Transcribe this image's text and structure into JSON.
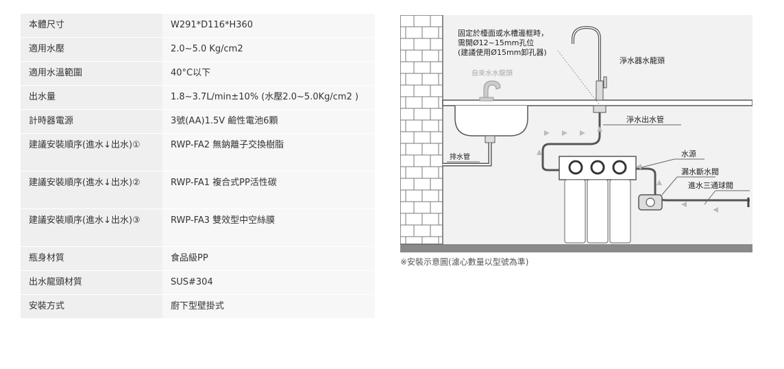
{
  "specs": [
    {
      "label": "本體尺寸",
      "value": "W291*D116*H360"
    },
    {
      "label": "適用水壓",
      "value": "2.0~5.0 Kg/cm2"
    },
    {
      "label": "適用水溫範圍",
      "value": "40°C以下"
    },
    {
      "label": "出水量",
      "value": "1.8~3.7L/min±10% (水壓2.0~5.0Kg/cm2 )"
    },
    {
      "label": "計時器電源",
      "value": "3號(AA)1.5V 鹼性電池6顆"
    },
    {
      "label": "建議安裝順序(進水↓出水)①",
      "value": "RWP-FA2 無鈉離子交換樹脂"
    },
    {
      "label": "建議安裝順序(進水↓出水)②",
      "value": "RWP-FA1 複合式PP活性碳"
    },
    {
      "label": "建議安裝順序(進水↓出水)③",
      "value": "RWP-FA3 雙效型中空絲膜"
    },
    {
      "label": "瓶身材質",
      "value": "食品級PP"
    },
    {
      "label": "出水龍頭材質",
      "value": "SUS#304"
    },
    {
      "label": "安裝方式",
      "value": "廚下型壁掛式"
    }
  ],
  "diagram": {
    "note_line1": "固定於檯面或水槽邊框時，",
    "note_line2": "需開Ø12~15mm孔位",
    "note_line3": "(建議使用Ø15mm卸孔器)",
    "tap_water": "自來水水龍頭",
    "faucet": "淨水器水龍頭",
    "outlet_pipe": "淨水出水管",
    "drain_pipe": "排水管",
    "water_source": "水源",
    "leak_valve": "漏水斷水閥",
    "three_way_valve": "進水三通球閥"
  },
  "caption": "※安裝示意圖(濾心數量以型號為準)"
}
